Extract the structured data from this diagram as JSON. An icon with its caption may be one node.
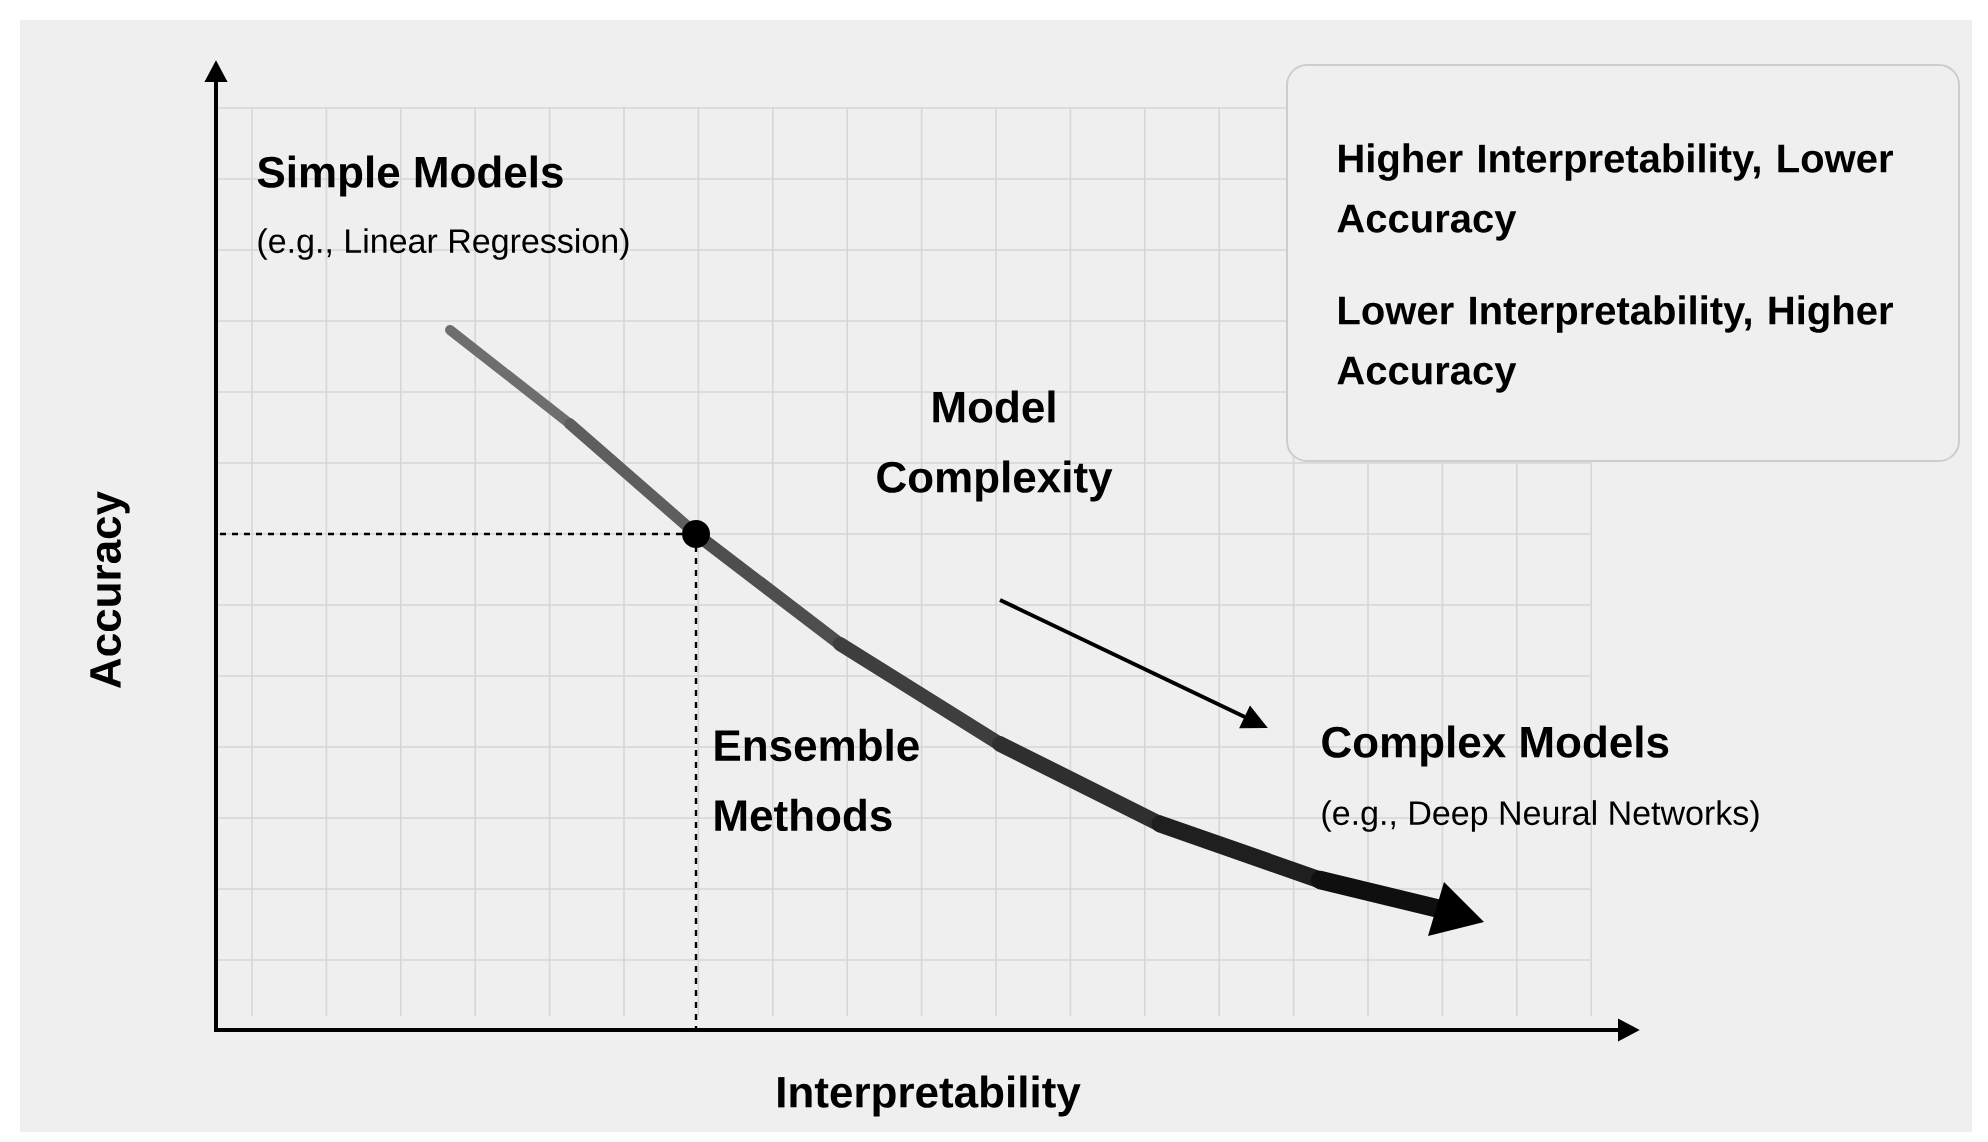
{
  "diagram": {
    "nodes": [
      {
        "text": [
          "Higher Interpretability, Lower Accuracy",
          "Lower Interpretability, Higher Accuracy"
        ]
      }
    ],
    "labels": [
      "Simple Models",
      "(e.g., Linear Regression)",
      "Model Complexity",
      "Ensemble Methods",
      "Complex Models",
      "(e.g., Deep Neural Networks)",
      "Accuracy",
      "Interpretability"
    ]
  }
}
